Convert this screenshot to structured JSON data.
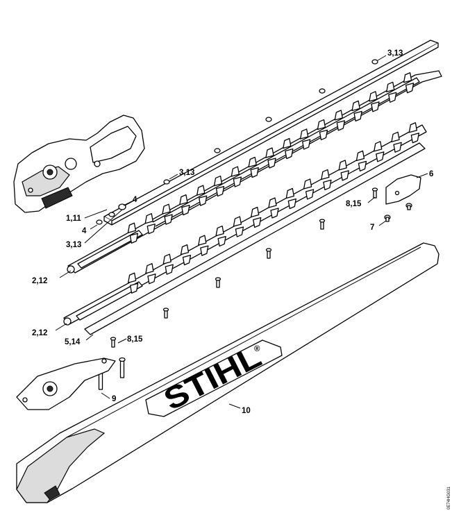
{
  "diagram": {
    "callouts": [
      {
        "id": "c-3-13-top",
        "text": "3,13"
      },
      {
        "id": "c-3-13-mid",
        "text": "3,13"
      },
      {
        "id": "c-4-upper",
        "text": "4"
      },
      {
        "id": "c-1-11",
        "text": "1,11"
      },
      {
        "id": "c-4-lower",
        "text": "4"
      },
      {
        "id": "c-3-13-low",
        "text": "3,13"
      },
      {
        "id": "c-6",
        "text": "6"
      },
      {
        "id": "c-8-15-right",
        "text": "8,15"
      },
      {
        "id": "c-7",
        "text": "7"
      },
      {
        "id": "c-2-12-a",
        "text": "2,12"
      },
      {
        "id": "c-2-12-b",
        "text": "2,12"
      },
      {
        "id": "c-5-14",
        "text": "5,14"
      },
      {
        "id": "c-8-15-left",
        "text": "8,15"
      },
      {
        "id": "c-9",
        "text": "9"
      },
      {
        "id": "c-10",
        "text": "10"
      }
    ],
    "logo": "STIHL",
    "logo_mark": "®",
    "drawing_code": "0E74HG031"
  },
  "colors": {
    "line": "#000000",
    "paper": "#ffffff",
    "shade": "#dcdcdc"
  }
}
